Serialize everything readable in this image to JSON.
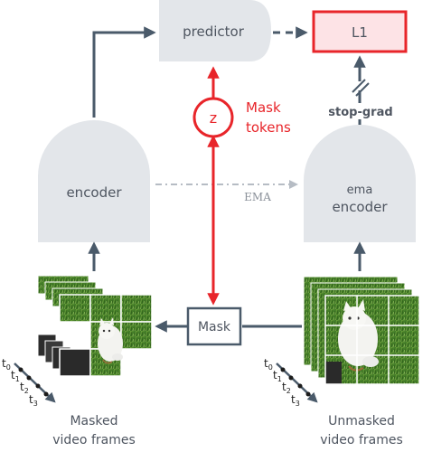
{
  "diagram": {
    "predictor_label": "predictor",
    "loss_label": "L1",
    "mask_tokens_symbol": "z",
    "mask_tokens_label": [
      "Mask",
      "tokens"
    ],
    "stop_grad_label": "stop-grad",
    "encoder_label": "encoder",
    "ema_encoder_label": [
      "ema",
      "encoder"
    ],
    "ema_edge_label": "EMA",
    "mask_label": "Mask",
    "masked_frames_label": [
      "Masked",
      "video frames"
    ],
    "unmasked_frames_label": [
      "Unmasked",
      "video frames"
    ],
    "time_labels": [
      "t",
      "t",
      "t",
      "t"
    ],
    "time_subscripts": [
      "0",
      "1",
      "2",
      "3"
    ]
  },
  "colors": {
    "node_fill": "#e3e6ea",
    "dark_edge": "#4a5a6a",
    "red_accent": "#e8252a",
    "loss_fill": "#fde3e6",
    "ema_edge": "#b6bcc4",
    "text_gray": "#4e5560",
    "grass": "#4f8a2c",
    "kitten": "#f3f3f0"
  }
}
